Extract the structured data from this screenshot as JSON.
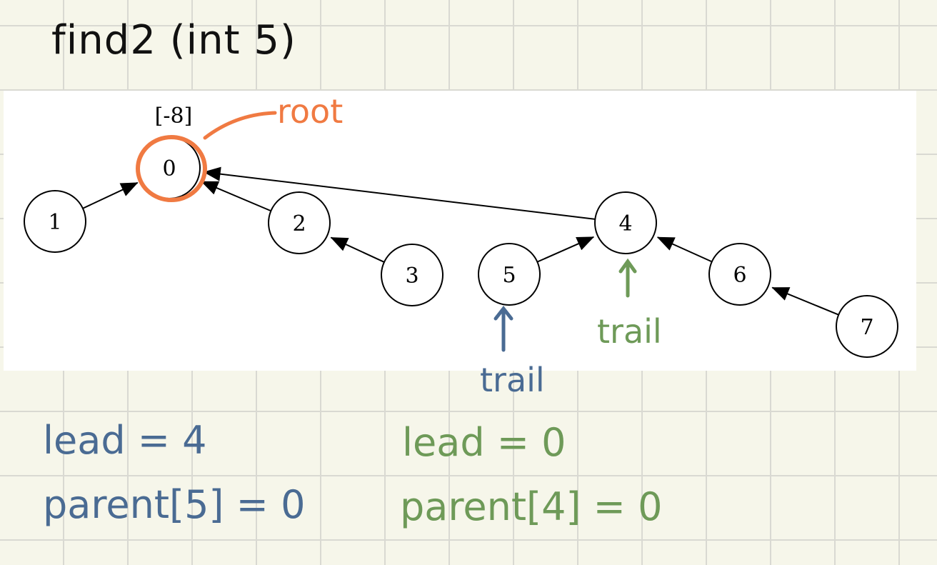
{
  "title": "find2 (int 5)",
  "tree": {
    "nodes": [
      "0",
      "1",
      "2",
      "3",
      "4",
      "5",
      "6",
      "7"
    ],
    "root_weight_label": "[-8]",
    "edges": [
      [
        1,
        0
      ],
      [
        2,
        0
      ],
      [
        3,
        2
      ],
      [
        4,
        0
      ],
      [
        5,
        4
      ],
      [
        6,
        4
      ],
      [
        7,
        6
      ]
    ]
  },
  "annotations": {
    "root_label": "root",
    "trail_blue": "trail",
    "trail_green": "trail",
    "blue_lead": "lead = 4",
    "blue_parent": "parent[5] = 0",
    "green_lead": "lead = 0",
    "green_parent": "parent[4] = 0"
  },
  "colors": {
    "blue": "#4a6b93",
    "green": "#6e9a58",
    "orange": "#f07a42"
  }
}
